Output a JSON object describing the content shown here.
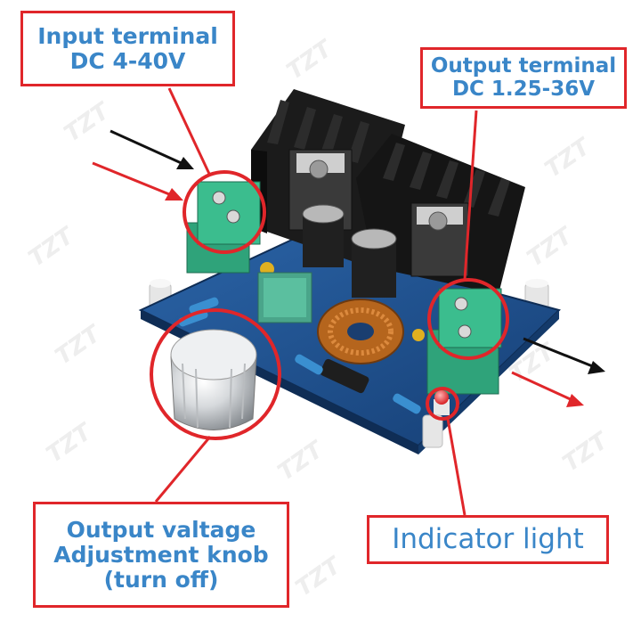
{
  "callouts": {
    "input": {
      "line1": "Input terminal",
      "line2": "DC 4-40V"
    },
    "output": {
      "line1": "Output terminal",
      "line2": "DC 1.25-36V"
    },
    "knob": {
      "line1": "Output valtage",
      "line2": "Adjustment knob",
      "line3": "(turn off)"
    },
    "light": {
      "line1": "Indicator light"
    }
  },
  "watermark": "TZT",
  "colors": {
    "callout_border": "#e0262a",
    "callout_text": "#3a86c8",
    "pcb": "#1e4f8c",
    "terminal": "#2fa37a",
    "heatsink": "#1b1b1b"
  }
}
